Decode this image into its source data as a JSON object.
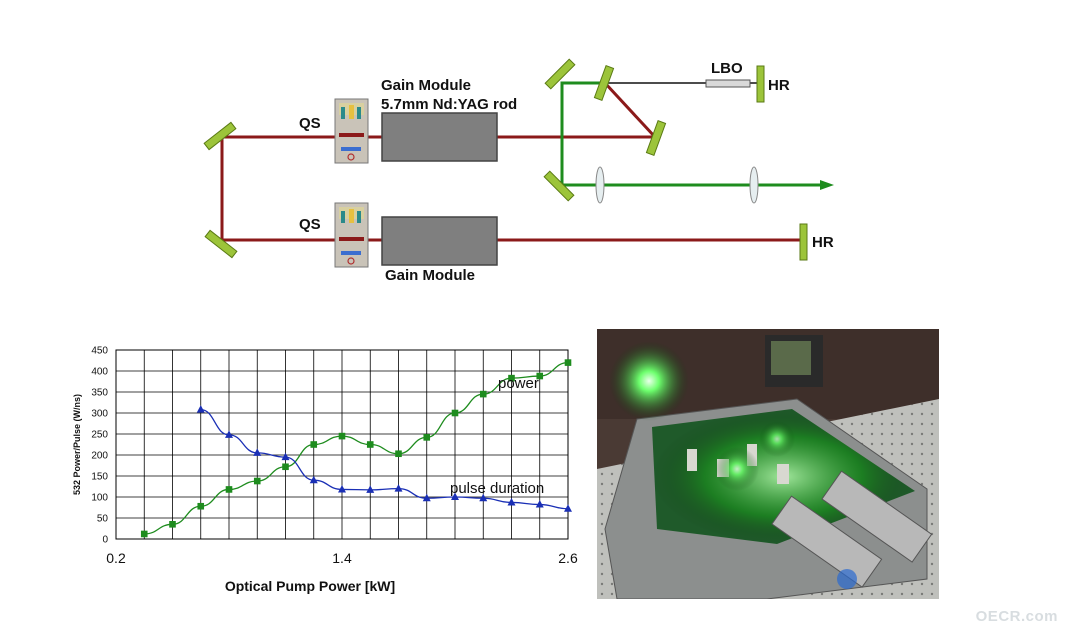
{
  "diagram": {
    "labels": {
      "qs_top": "QS",
      "qs_bottom": "QS",
      "gain_top_line1": "Gain Module",
      "gain_top_line2": "5.7mm Nd:YAG rod",
      "gain_bottom": "Gain Module",
      "lbo": "LBO",
      "hr_top": "HR",
      "hr_bottom": "HR"
    },
    "colors": {
      "ir_beam": "#8b1a1a",
      "green_beam": "#1e8c1e",
      "mirror": "#9cc43a",
      "mirror_edge": "#5a7a14",
      "gain_module": "#7f7f7f"
    }
  },
  "chart_data": {
    "type": "line",
    "xlabel": "Optical Pump Power [kW]",
    "ylabel": "532 Power/Pulse (W/ns)",
    "xlim": [
      0.2,
      2.6
    ],
    "ylim": [
      0,
      450
    ],
    "x_ticks": [
      "0.2",
      "1.4",
      "2.6"
    ],
    "y_ticks": [
      0,
      50,
      100,
      150,
      200,
      250,
      300,
      350,
      400,
      450
    ],
    "grid": true,
    "series": [
      {
        "name": "power",
        "marker": "square",
        "color": "#1e8c1e",
        "x": [
          0.35,
          0.5,
          0.65,
          0.8,
          0.95,
          1.1,
          1.25,
          1.4,
          1.55,
          1.7,
          1.85,
          2.0,
          2.15,
          2.3,
          2.45,
          2.6
        ],
        "y": [
          12,
          35,
          78,
          118,
          138,
          172,
          225,
          245,
          225,
          203,
          242,
          300,
          345,
          383,
          388,
          420
        ]
      },
      {
        "name": "pulse duration",
        "marker": "triangle",
        "color": "#1a2fb5",
        "x": [
          0.65,
          0.8,
          0.95,
          1.1,
          1.25,
          1.4,
          1.55,
          1.7,
          1.85,
          2.0,
          2.15,
          2.3,
          2.45,
          2.6
        ],
        "y": [
          308,
          248,
          205,
          195,
          140,
          118,
          117,
          120,
          97,
          100,
          97,
          87,
          82,
          72
        ]
      }
    ]
  },
  "photo": {
    "description_icon": "laser-enclosure-photo"
  },
  "watermark": "OECR.com"
}
